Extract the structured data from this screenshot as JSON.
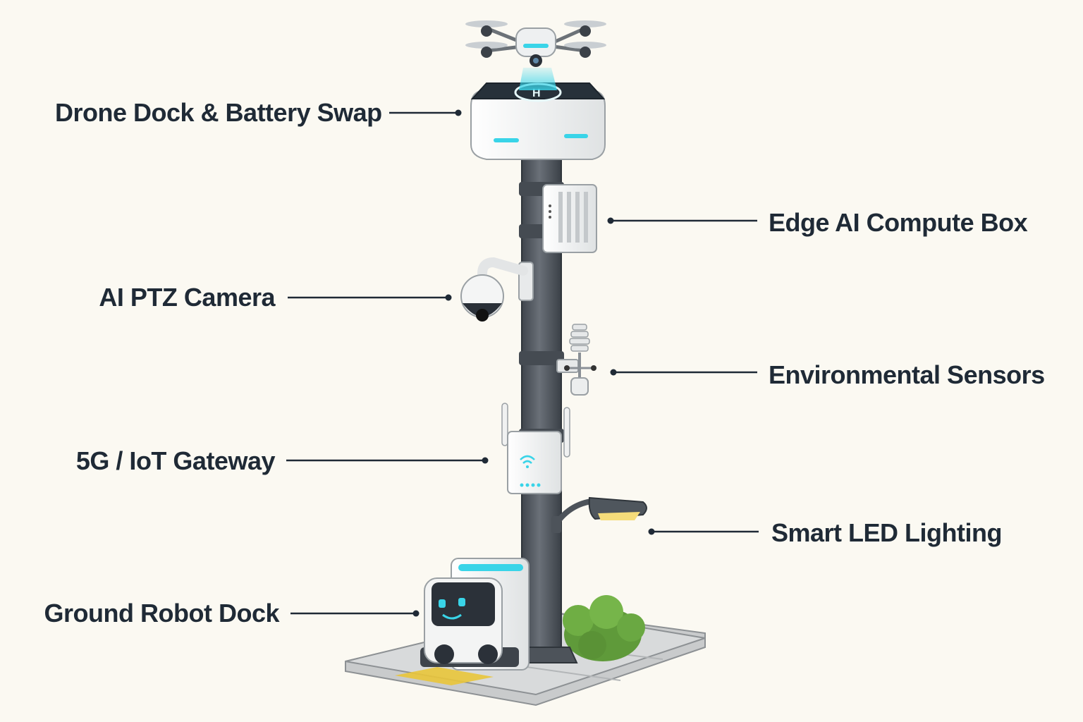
{
  "labels": {
    "drone_dock": "Drone Dock & Battery Swap",
    "edge_ai": "Edge AI Compute Box",
    "ptz_camera": "AI PTZ Camera",
    "env_sensors": "Environmental Sensors",
    "gateway": "5G / IoT Gateway",
    "led_lighting": "Smart LED Lighting",
    "robot_dock": "Ground Robot Dock"
  },
  "colors": {
    "background": "#fbf9f2",
    "text": "#1f2a36",
    "pole": "#5a6068",
    "accent_cyan": "#39d4e8",
    "device_white": "#f2f3f2",
    "shrub_green": "#5f9a3a",
    "curb_yellow": "#e9c53a"
  },
  "icons": {
    "drone": "drone-icon",
    "camera": "ptz-camera-icon",
    "wifi": "wifi-icon",
    "robot": "robot-icon",
    "lamp": "street-lamp-icon"
  }
}
